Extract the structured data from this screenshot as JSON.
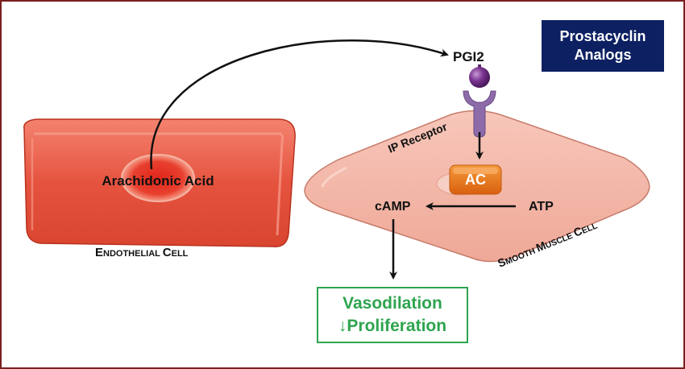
{
  "title_box": {
    "line1": "Prostacyclin",
    "line2": "Analogs",
    "bg_color": "#0d2062"
  },
  "endothelial_cell": {
    "content_label": "Arachidonic Acid",
    "caption_big1": "E",
    "caption_small1": "NDOTHELIAL ",
    "caption_big2": "C",
    "caption_small2": "ELL",
    "color": "#e65a48"
  },
  "ligand": {
    "label": "PGI2",
    "color": "#6a2a7a"
  },
  "receptor": {
    "label": "IP Receptor",
    "color": "#8d6aa8"
  },
  "enzyme": {
    "label": "AC",
    "color": "#e8701a"
  },
  "smooth_muscle_cell": {
    "caption_big1": "S",
    "caption_small1": "MOOTH ",
    "caption_big2": "M",
    "caption_small2": "USCLE ",
    "caption_big3": "C",
    "caption_small3": "ELL",
    "color": "#f5bdb0"
  },
  "molecules": {
    "camp": "cAMP",
    "atp": "ATP"
  },
  "outcome": {
    "line1": "Vasodilation",
    "line2": "↓Proliferation",
    "color": "#2ea44f"
  }
}
